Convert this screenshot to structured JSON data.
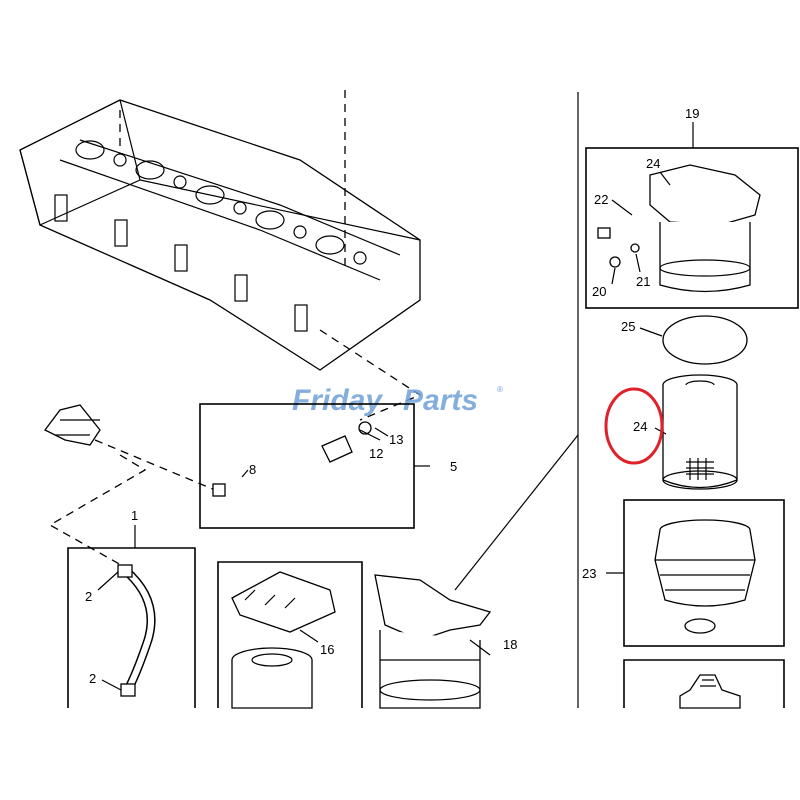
{
  "watermark": {
    "text_a": "Friday",
    "text_b": "Parts",
    "mark": "®",
    "color": "#6fa0d8"
  },
  "highlight": {
    "color": "#e0202a",
    "target": "24"
  },
  "callouts": {
    "c1": "1",
    "c2a": "2",
    "c2b": "2",
    "c5": "5",
    "c8": "8",
    "c12": "12",
    "c13": "13",
    "c16": "16",
    "c18": "18",
    "c19": "19",
    "c20": "20",
    "c21": "21",
    "c22": "22",
    "c23": "23",
    "c24": "24",
    "c25": "25"
  }
}
